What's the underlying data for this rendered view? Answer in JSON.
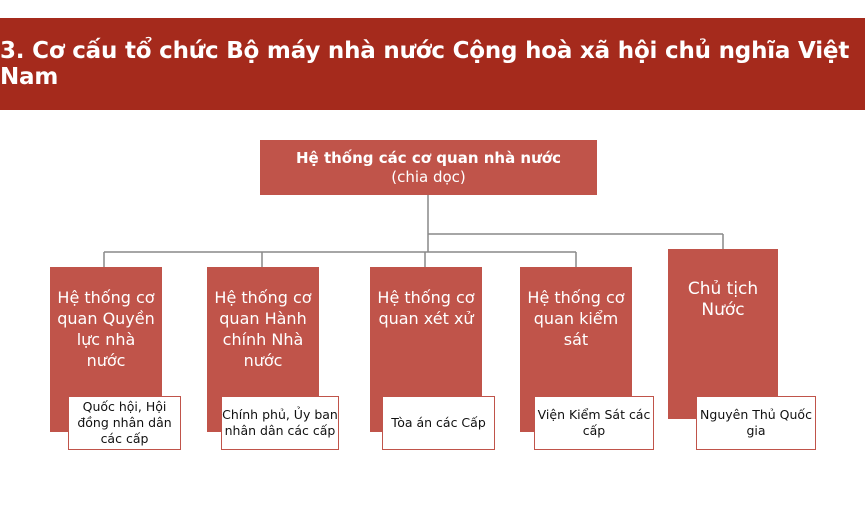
{
  "header": {
    "title": "3. Cơ cấu tổ chức Bộ máy nhà nước Cộng hoà xã hội chủ nghĩa Việt Nam"
  },
  "root": {
    "line1": "Hệ thống các cơ quan nhà nước",
    "line2": "(chia dọc)"
  },
  "branches": [
    {
      "title": "Hệ thống cơ quan Quyền lực nhà nước",
      "body": "Quốc hội, Hội đồng nhân dân các cấp"
    },
    {
      "title": "Hệ thống cơ quan Hành chính Nhà nước",
      "body": "Chính phủ, Ủy ban nhân dân các cấp"
    },
    {
      "title": "Hệ thống cơ quan xét xử",
      "body": "Tòa án các Cấp"
    },
    {
      "title": "Hệ thống cơ quan kiểm sát",
      "body": "Viện Kiểm Sát các cấp"
    },
    {
      "title": "Chủ tịch Nước",
      "body": "Nguyên Thủ Quốc gia"
    }
  ],
  "colors": {
    "banner": "#a52a1c",
    "box": "#c0544a",
    "connector": "#888888",
    "label_border": "#c0544a"
  }
}
